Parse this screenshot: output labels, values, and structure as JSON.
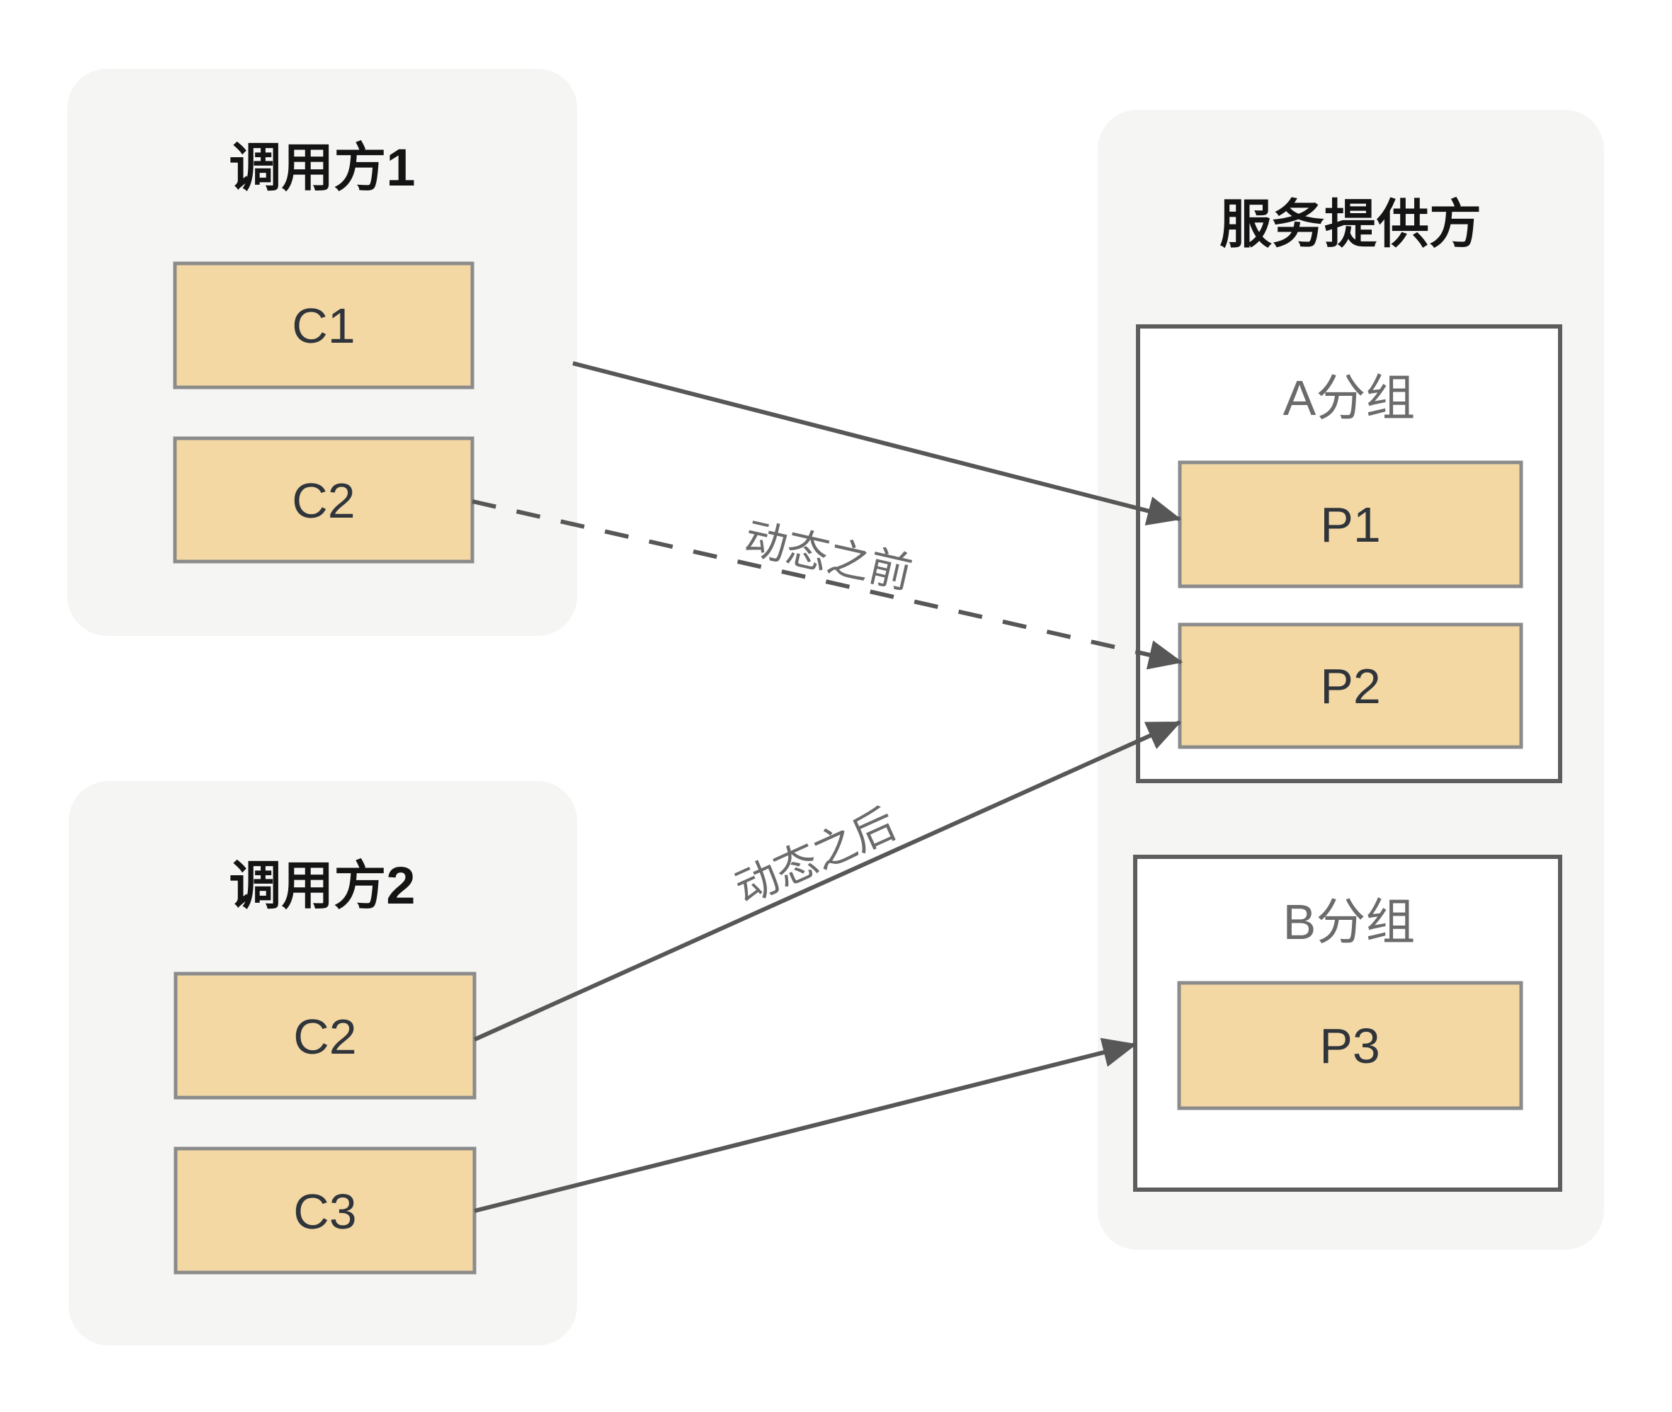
{
  "caller_panel_1": {
    "title": "调用方1",
    "node1": "C1",
    "node2": "C2"
  },
  "caller_panel_2": {
    "title": "调用方2",
    "node1": "C2",
    "node2": "C3"
  },
  "provider_panel": {
    "title": "服务提供方",
    "group_a": {
      "label": "A分组",
      "node1": "P1",
      "node2": "P2"
    },
    "group_b": {
      "label": "B分组",
      "node1": "P3"
    }
  },
  "edge_labels": {
    "before": "动态之前",
    "after": "动态之后"
  },
  "edges": [
    {
      "from": "调用方1 C1",
      "to": "A分组 P1",
      "style": "solid",
      "label": ""
    },
    {
      "from": "调用方1 C2",
      "to": "A分组 P2",
      "style": "dashed",
      "label": "动态之前"
    },
    {
      "from": "调用方2 C2",
      "to": "A分组 P2",
      "style": "solid",
      "label": "动态之后"
    },
    {
      "from": "调用方2 C3",
      "to": "B分组 P3",
      "style": "solid",
      "label": ""
    }
  ],
  "colors": {
    "page-bg": "#ffffff",
    "panel-bg": "#f5f5f3",
    "node-fill": "#f3d8a4",
    "node-border": "#8b8b8b",
    "group-fill": "#ffffff",
    "group-border": "#5d5d5d",
    "arrow": "#575757",
    "title-text": "#141414",
    "node-text": "#30353b",
    "muted-text": "#6b6b6b"
  }
}
